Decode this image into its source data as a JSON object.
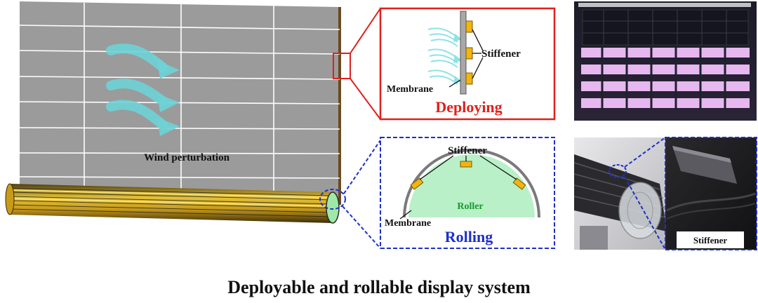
{
  "labels": {
    "wind": "Wind perturbation",
    "stiffener": "Stiffener",
    "membrane": "Membrane",
    "deploying": "Deploying",
    "roller": "Roller",
    "rolling": "Rolling",
    "caption": "Deployable and rollable display system"
  },
  "colors": {
    "membrane_gray": "#9b9b9b",
    "grid_line": "#ffffff",
    "wind_arrow": "#6ed3d6",
    "stiffener_gold": "#f2b411",
    "roller_green": "#b9f0c8",
    "deploying_red": "#e0201c",
    "rolling_blue": "#1f2fc8"
  }
}
